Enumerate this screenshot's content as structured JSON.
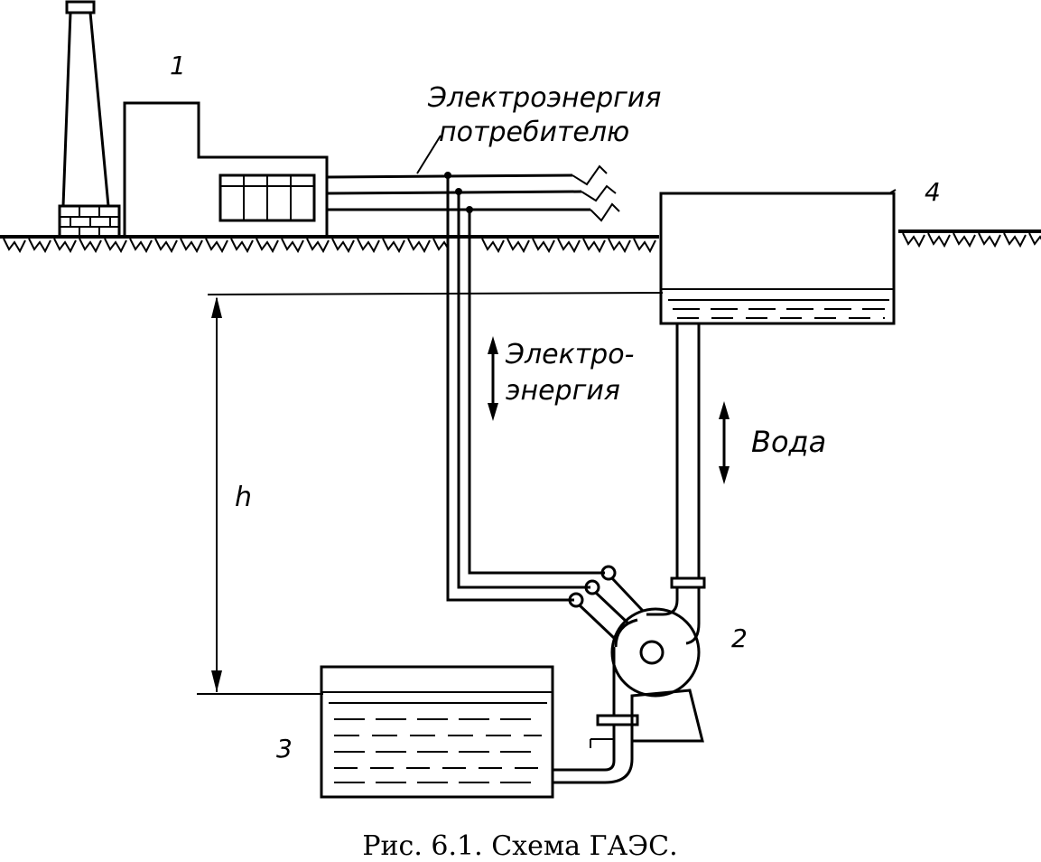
{
  "labels": {
    "electricity_to_consumer_line1": "Электроэнергия",
    "electricity_to_consumer_line2": "потребителю",
    "electricity_line1": "Электро-",
    "electricity_line2": "энергия",
    "water": "Вода",
    "height": "h",
    "num_power_plant": "1",
    "num_pump_turbine": "2",
    "num_lower_reservoir": "3",
    "num_upper_reservoir": "4"
  },
  "caption": "Рис. 6.1. Схема ГАЭС."
}
